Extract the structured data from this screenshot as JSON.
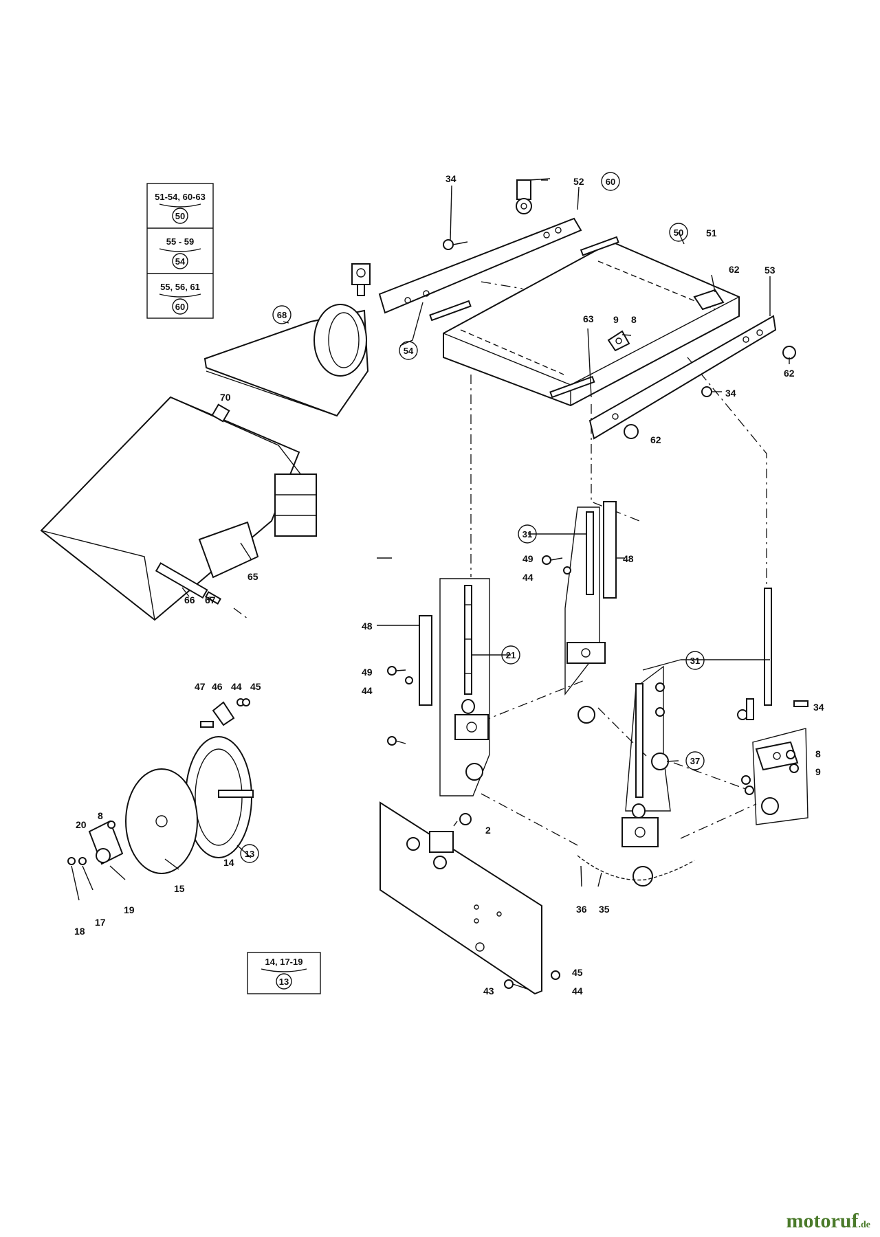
{
  "diagram": {
    "group_boxes": [
      {
        "rows": [
          {
            "range": "51-54, 60-63",
            "group": "50"
          },
          {
            "range": "55 - 59",
            "group": "54"
          },
          {
            "range": "55, 56, 61",
            "group": "60"
          }
        ]
      },
      {
        "rows": [
          {
            "range": "14, 17-19",
            "group": "13"
          }
        ]
      }
    ],
    "plain_labels": [
      "34",
      "52",
      "51",
      "62",
      "53",
      "9",
      "8",
      "63",
      "62",
      "34",
      "62",
      "70",
      "65",
      "66",
      "67",
      "49",
      "44",
      "48",
      "49",
      "44",
      "48",
      "47",
      "46",
      "44",
      "45",
      "20",
      "8",
      "14",
      "15",
      "19",
      "17",
      "18",
      "2",
      "36",
      "35",
      "34",
      "8",
      "9",
      "45",
      "44",
      "43"
    ],
    "circled_labels": [
      "60",
      "50",
      "68",
      "54",
      "31",
      "21",
      "31",
      "37",
      "13"
    ]
  },
  "brand": {
    "name": "motoruf",
    "tld": ".de",
    "color": "#4a7a2a"
  }
}
